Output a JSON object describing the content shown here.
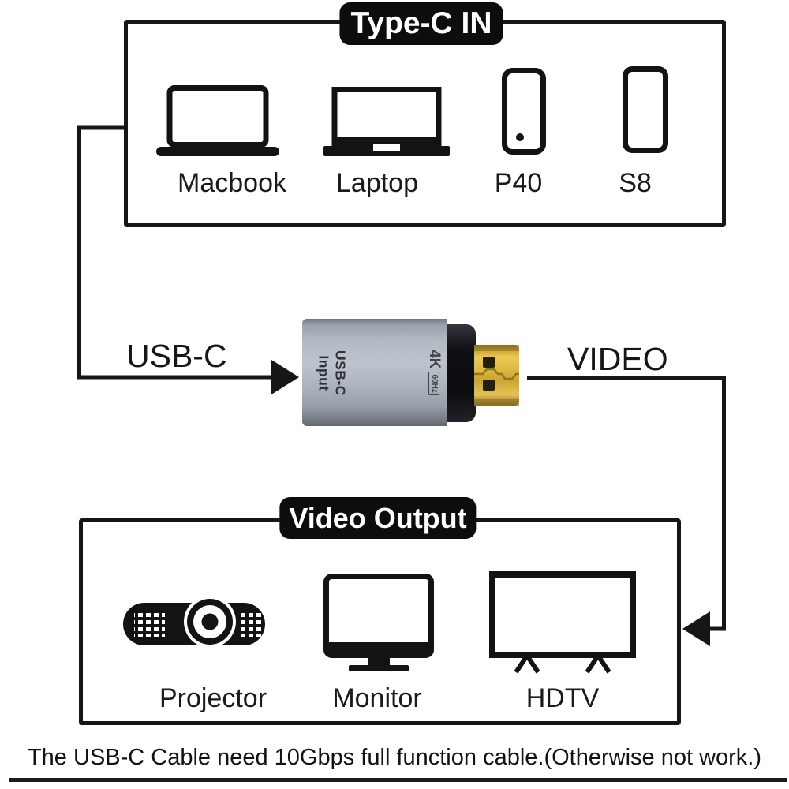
{
  "top_section": {
    "badge": "Type-C IN",
    "devices": [
      {
        "name": "Macbook"
      },
      {
        "name": "Laptop"
      },
      {
        "name": "P40"
      },
      {
        "name": "S8"
      }
    ]
  },
  "connection": {
    "input_label": "USB-C",
    "output_label": "VIDEO"
  },
  "adapter": {
    "port_line1": "USB-C",
    "port_line2": "Input",
    "spec_main": "4K",
    "spec_sub": "60Hz"
  },
  "bottom_section": {
    "badge": "Video Output",
    "devices": [
      {
        "name": "Projector"
      },
      {
        "name": "Monitor"
      },
      {
        "name": "HDTV"
      }
    ]
  },
  "footnote": "The USB-C Cable need 10Gbps full function cable.(Otherwise not work.)",
  "colors": {
    "line": "#161616",
    "badge_bg": "#0d0d0d",
    "badge_text": "#ffffff",
    "adapter_body": "#aab0ba",
    "adapter_collar": "#17181c",
    "hdmi_gold": "#d9b640"
  }
}
